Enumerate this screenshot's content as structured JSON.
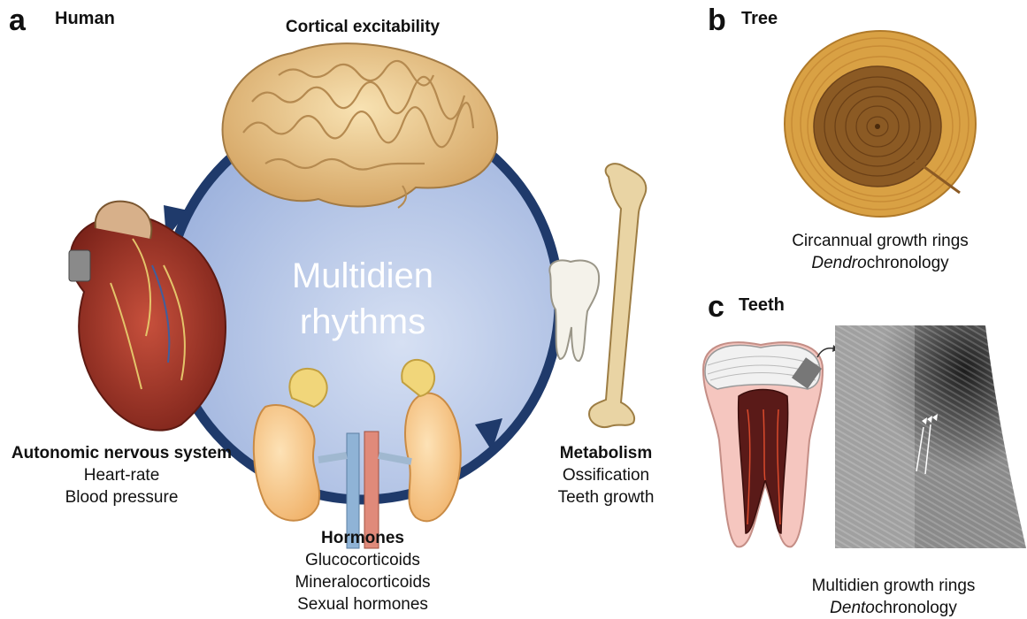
{
  "panel_a": {
    "letter": "a",
    "title": "Human",
    "center_line1": "Multidien",
    "center_line2": "rhythms",
    "top_label": "Cortical excitability",
    "left_label": {
      "title": "Autonomic nervous system",
      "items": [
        "Heart-rate",
        "Blood pressure"
      ]
    },
    "bottom_label": {
      "title": "Hormones",
      "items": [
        "Glucocorticoids",
        "Mineralocorticoids",
        "Sexual hormones"
      ]
    },
    "right_label": {
      "title": "Metabolism",
      "items": [
        "Ossification",
        "Teeth growth"
      ]
    }
  },
  "panel_b": {
    "letter": "b",
    "title": "Tree",
    "caption_line1": "Circannual growth rings",
    "caption_italic": "Dendro",
    "caption_rest": "chronology"
  },
  "panel_c": {
    "letter": "c",
    "title": "Teeth",
    "caption_line1": "Multidien growth rings",
    "caption_italic": "Dento",
    "caption_rest": "chronology"
  },
  "colors": {
    "circle_fill": "#a9bce0",
    "circle_stroke": "#1f3a6b",
    "wood": "#d39a3c",
    "heartwood": "#8a5a24"
  }
}
